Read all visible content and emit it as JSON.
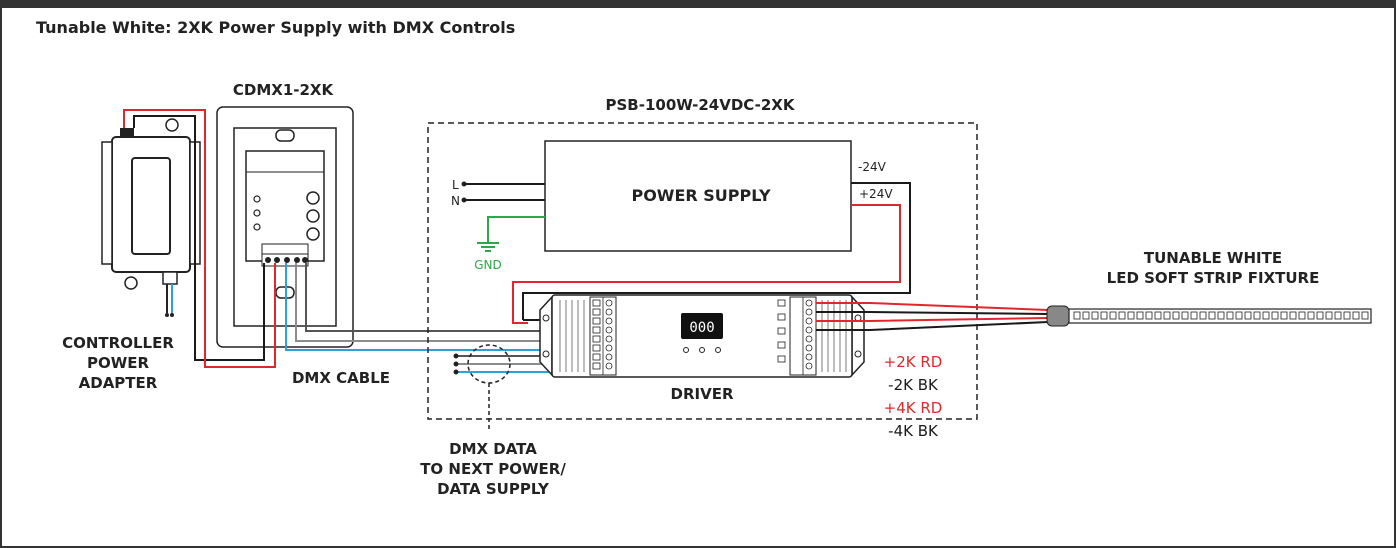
{
  "title": "Tunable White: 2XK Power Supply with DMX Controls",
  "labels": {
    "controller_model": "CDMX1-2XK",
    "psu_model": "PSB-100W-24VDC-2XK",
    "power_supply": "POWER SUPPLY",
    "driver": "DRIVER",
    "dmx_cable": "DMX CABLE",
    "adapter_line1": "CONTROLLER",
    "adapter_line2": "POWER",
    "adapter_line3": "ADAPTER",
    "dmx_data_line1": "DMX DATA",
    "dmx_data_line2": "TO NEXT POWER/",
    "dmx_data_line3": "DATA SUPPLY",
    "fixture_line1": "TUNABLE WHITE",
    "fixture_line2": "LED SOFT STRIP FIXTURE",
    "input_l": "L",
    "input_n": "N",
    "gnd": "GND",
    "minus24": "-24V",
    "plus24": "+24V",
    "display": "000"
  },
  "legend": [
    {
      "text": "+2K RD",
      "color": "#e3262c"
    },
    {
      "text": "-2K BK",
      "color": "#1a1a1a"
    },
    {
      "text": "+4K RD",
      "color": "#e3262c"
    },
    {
      "text": "-4K BK",
      "color": "#1a1a1a"
    }
  ],
  "colors": {
    "red_wire": "#e3262c",
    "black_wire": "#1a1a1a",
    "gray_wire": "#8c8c8c",
    "blue_wire": "#29a3dd",
    "green_wire": "#2aa84a",
    "frame": "#333333"
  }
}
